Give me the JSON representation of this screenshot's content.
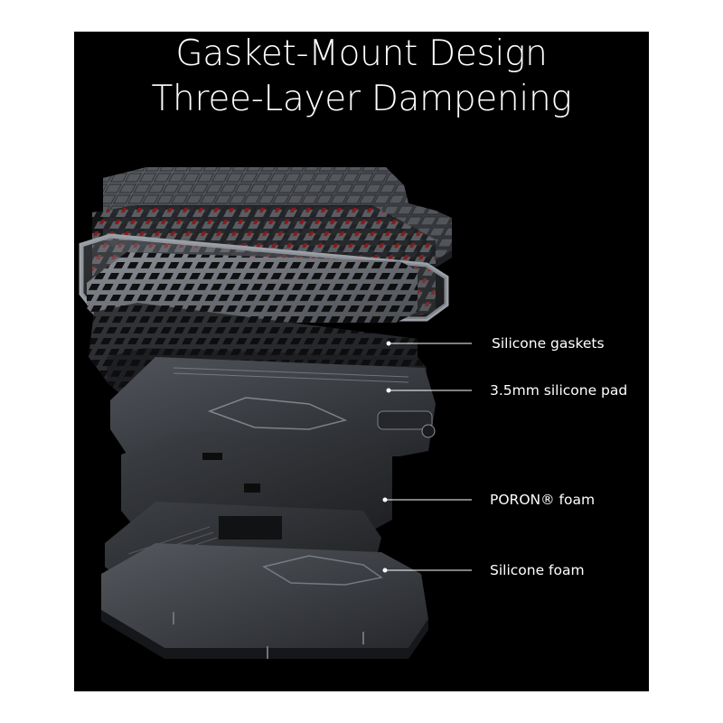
{
  "image": {
    "title_lines": [
      "Gasket-Mount Design",
      "Three-Layer Dampening"
    ],
    "callouts": [
      {
        "label": "Silicone gaskets"
      },
      {
        "label": "3.5mm silicone pad"
      },
      {
        "label": "PORON® foam"
      },
      {
        "label": "Silicone foam"
      }
    ],
    "colors": {
      "background": "#000000",
      "text": "#ffffff",
      "keycap": "#4a4c50",
      "switch_stem": "#8b1a1a",
      "plate": "#6e7278",
      "pcb": "#3a3d42",
      "foam": "#2c2e32",
      "case": "#3c3f44"
    }
  }
}
